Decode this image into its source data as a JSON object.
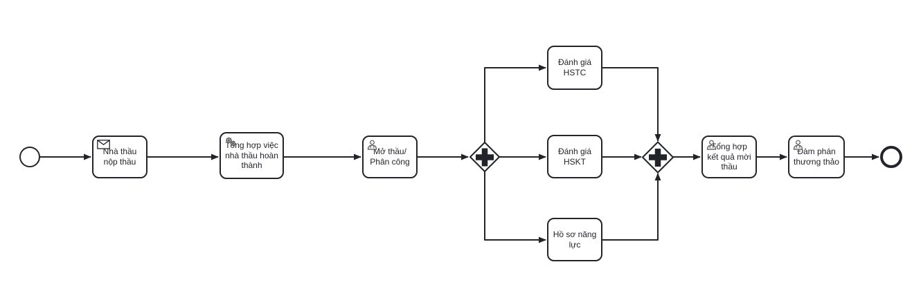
{
  "diagram": {
    "type": "bpmn-process",
    "language": "vi",
    "colors": {
      "background": "#ffffff",
      "stroke": "#22242a",
      "shape_fill": "#ffffff",
      "icon_stroke": "#555555",
      "icon_fill": "#eeeeee"
    },
    "events": {
      "start": {
        "kind": "start-event",
        "label": ""
      },
      "end": {
        "kind": "end-event",
        "label": ""
      }
    },
    "gateways": [
      {
        "kind": "parallel-gateway",
        "role": "split",
        "symbol": "+"
      },
      {
        "kind": "parallel-gateway",
        "role": "join",
        "symbol": "+"
      }
    ],
    "tasks": [
      {
        "label": "Nhà thầu nộp thầu",
        "icon": "message-icon",
        "task_type": "receive"
      },
      {
        "label": "Tổng hợp việc nhà thầu hoàn thành",
        "icon": "service-icon",
        "task_type": "service"
      },
      {
        "label": "Mở thầu/ Phân công",
        "icon": "user-icon",
        "task_type": "user"
      },
      {
        "label": "Đánh giá HSTC",
        "icon": "",
        "task_type": "task"
      },
      {
        "label": "Đánh giá HSKT",
        "icon": "",
        "task_type": "task"
      },
      {
        "label": "Hồ sơ năng lực",
        "icon": "",
        "task_type": "task"
      },
      {
        "label": "Tổng hợp kết quả mời thầu",
        "icon": "user-icon",
        "task_type": "user"
      },
      {
        "label": "Đàm phán thương thảo",
        "icon": "user-icon",
        "task_type": "user"
      }
    ],
    "flows": [
      {
        "from": "start-event",
        "to": "task-nha-thau-nop-thau"
      },
      {
        "from": "task-nha-thau-nop-thau",
        "to": "task-tong-hop-viec-hoan-thanh"
      },
      {
        "from": "task-tong-hop-viec-hoan-thanh",
        "to": "task-mo-thau-phan-cong"
      },
      {
        "from": "task-mo-thau-phan-cong",
        "to": "parallel-gateway-split"
      },
      {
        "from": "parallel-gateway-split",
        "to": "task-danh-gia-hstc"
      },
      {
        "from": "parallel-gateway-split",
        "to": "task-danh-gia-hskt"
      },
      {
        "from": "parallel-gateway-split",
        "to": "task-ho-so-nang-luc"
      },
      {
        "from": "task-danh-gia-hstc",
        "to": "parallel-gateway-join"
      },
      {
        "from": "task-danh-gia-hskt",
        "to": "parallel-gateway-join"
      },
      {
        "from": "task-ho-so-nang-luc",
        "to": "parallel-gateway-join"
      },
      {
        "from": "parallel-gateway-join",
        "to": "task-tong-hop-ket-qua-moi-thau"
      },
      {
        "from": "task-tong-hop-ket-qua-moi-thau",
        "to": "task-dam-phan-thuong-thao"
      },
      {
        "from": "task-dam-phan-thuong-thao",
        "to": "end-event"
      }
    ]
  }
}
